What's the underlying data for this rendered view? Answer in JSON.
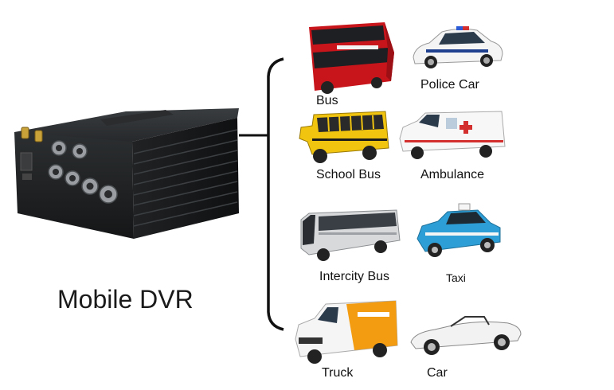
{
  "title": "Mobile DVR",
  "vehicles": [
    {
      "id": "bus",
      "label": "Bus",
      "icon": "double-decker-bus-icon",
      "color": "#c8151b"
    },
    {
      "id": "police-car",
      "label": "Police Car",
      "icon": "police-car-icon",
      "color": "#f4f4f4"
    },
    {
      "id": "school-bus",
      "label": "School Bus",
      "icon": "school-bus-icon",
      "color": "#f1c40f"
    },
    {
      "id": "ambulance",
      "label": "Ambulance",
      "icon": "ambulance-icon",
      "color": "#f7f7f7"
    },
    {
      "id": "intercity-bus",
      "label": "Intercity Bus",
      "icon": "intercity-bus-icon",
      "color": "#d7d9db"
    },
    {
      "id": "taxi",
      "label": "Taxi",
      "icon": "taxi-icon",
      "color": "#2e9fd6"
    },
    {
      "id": "truck",
      "label": "Truck",
      "icon": "delivery-van-icon",
      "color": "#f39c12"
    },
    {
      "id": "car",
      "label": "Car",
      "icon": "sports-car-icon",
      "color": "#f2f2f2"
    }
  ]
}
